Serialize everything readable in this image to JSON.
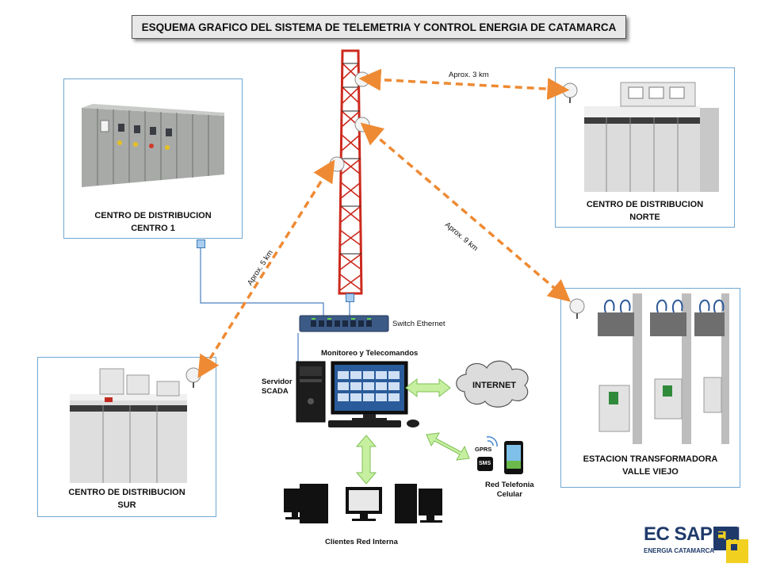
{
  "title": "ESQUEMA GRAFICO DEL SISTEMA DE TELEMETRIA Y CONTROL ENERGIA DE CATAMARCA",
  "sites": {
    "centro1": {
      "line1": "CENTRO DE DISTRIBUCION",
      "line2": "CENTRO 1"
    },
    "norte": {
      "line1": "CENTRO DE DISTRIBUCION",
      "line2": "NORTE"
    },
    "sur": {
      "line1": "CENTRO DE DISTRIBUCION",
      "line2": "SUR"
    },
    "valle": {
      "line1": "ESTACION TRANSFORMADORA",
      "line2": "VALLE VIEJO"
    }
  },
  "links": {
    "norte": "Aprox. 3 km",
    "valle": "Aprox. 9 km",
    "sur": "Aprox. 5 km"
  },
  "network": {
    "switch": "Switch Ethernet",
    "monitor": "Monitoreo y Telecomandos",
    "server_line1": "Servidor",
    "server_line2": "SCADA",
    "internet": "INTERNET",
    "gprs": "GPRS",
    "sms": "SMS",
    "cell_line1": "Red Telefonia",
    "cell_line2": "Celular",
    "clients": "Clientes Red Interna"
  },
  "logo": {
    "mark": "EC SAPEM",
    "sub": "ENERGIA CATAMARCA"
  },
  "colors": {
    "link": "#ee8a33",
    "tower": "#cc2a1e",
    "box_border": "#6fa8d4",
    "arrow": "#c6f0a0"
  }
}
